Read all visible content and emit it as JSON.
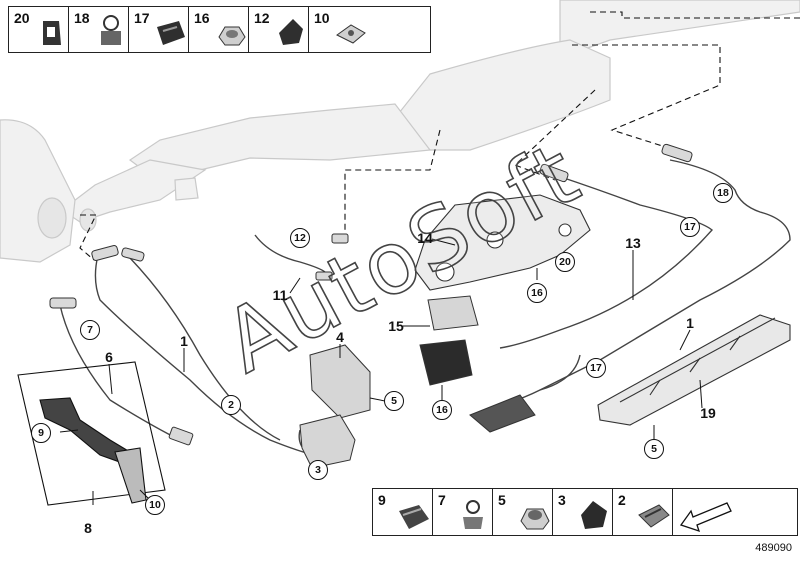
{
  "legend_top": [
    "20",
    "18",
    "17",
    "16",
    "12",
    "10"
  ],
  "legend_bottom": [
    "9",
    "7",
    "5",
    "3",
    "2"
  ],
  "callouts_plain": {
    "l1a": "1",
    "l1b": "1",
    "l4": "4",
    "l6": "6",
    "l8": "8",
    "l11": "11",
    "l13": "13",
    "l14": "14",
    "l15": "15",
    "l19": "19"
  },
  "callouts_circled": {
    "c2": "2",
    "c3": "3",
    "c5a": "5",
    "c5b": "5",
    "c7": "7",
    "c9": "9",
    "c10": "10",
    "c12": "12",
    "c16a": "16",
    "c16b": "16",
    "c17a": "17",
    "c17b": "17",
    "c18": "18",
    "c20": "20"
  },
  "watermark": "AutoSoft",
  "reference_number": "489090"
}
